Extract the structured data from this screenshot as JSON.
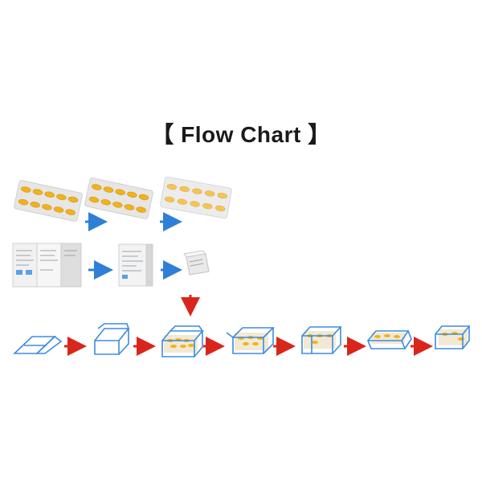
{
  "title": "【 Flow Chart 】",
  "colors": {
    "blue_arrow": "#2f7fd6",
    "red_arrow": "#d9261c",
    "capsule": "#f2b21a",
    "blister_tray": "#e6e6e6",
    "box_outline": "#3d8be0"
  },
  "rows": [
    {
      "name": "blister-row",
      "steps": [
        "blister-pack-full",
        "blister-pack-sealed",
        "blister-pack-final"
      ]
    },
    {
      "name": "leaflet-row",
      "steps": [
        "leaflet-open",
        "leaflet-half-folded",
        "leaflet-folded"
      ]
    },
    {
      "name": "carton-row",
      "steps": [
        "carton-flat",
        "carton-erected",
        "carton-loaded",
        "carton-closing",
        "carton-tucked",
        "carton-sealed",
        "carton-finished"
      ]
    }
  ]
}
